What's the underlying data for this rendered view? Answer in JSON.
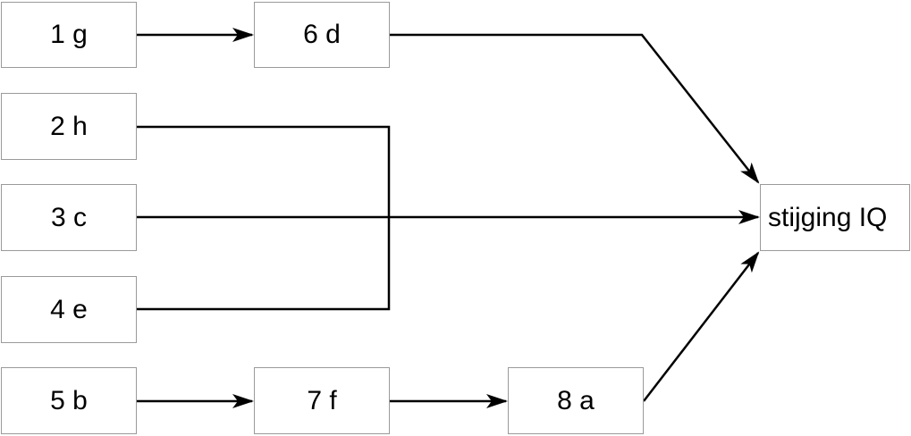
{
  "nodes": {
    "n1": "1 g",
    "n2": "2 h",
    "n3": "3 c",
    "n4": "4 e",
    "n5": "5 b",
    "n6": "6 d",
    "n7": "7 f",
    "n8": "8 a",
    "target": "stijging IQ"
  },
  "edges": [
    {
      "from": "1 g",
      "to": "6 d"
    },
    {
      "from": "6 d",
      "to": "stijging IQ"
    },
    {
      "from": "2 h",
      "to": "4 e"
    },
    {
      "from": "3 c",
      "to": "stijging IQ"
    },
    {
      "from": "5 b",
      "to": "7 f"
    },
    {
      "from": "7 f",
      "to": "8 a"
    },
    {
      "from": "8 a",
      "to": "stijging IQ"
    }
  ]
}
